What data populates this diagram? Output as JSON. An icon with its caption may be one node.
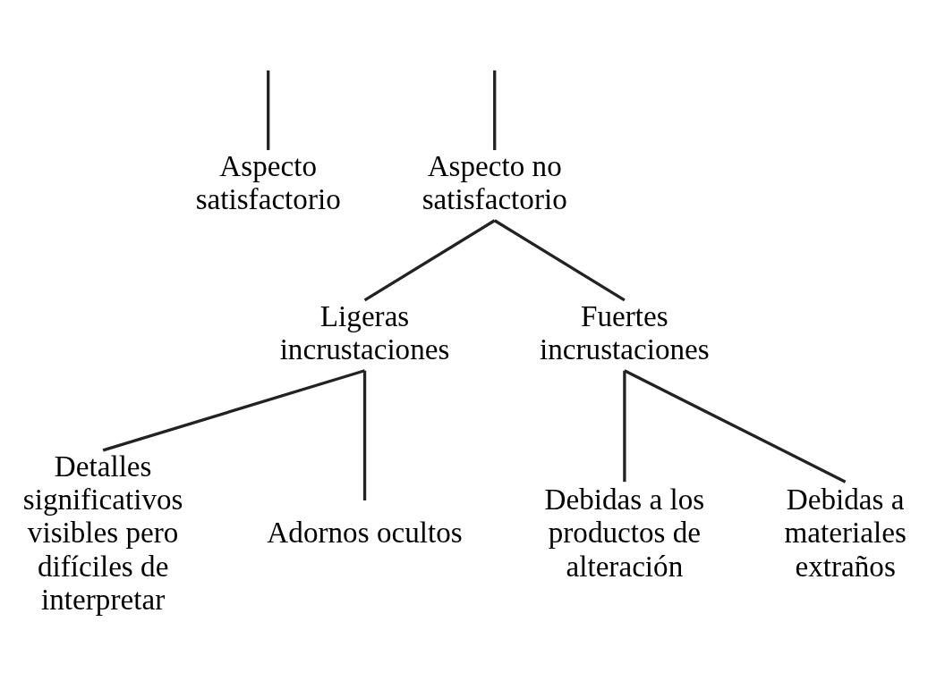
{
  "diagram": {
    "nodes": [
      {
        "text": [
          "Aspecto satisfactorio"
        ]
      },
      {
        "text": [
          "Aspecto no satisfactorio"
        ]
      },
      {
        "text": [
          "Ligeras incrustaciones"
        ]
      },
      {
        "text": [
          "Fuertes incrustaciones"
        ]
      },
      {
        "text": [
          "Detalles significativos visibles pero difíciles de interpretar"
        ]
      },
      {
        "text": [
          "Adornos ocultos"
        ]
      },
      {
        "text": [
          "Debidas a los productos de alteración"
        ]
      },
      {
        "text": [
          "Debidas a materiales extraños"
        ]
      }
    ],
    "edges": [
      {
        "from": null,
        "to": 0,
        "arrow": "none"
      },
      {
        "from": null,
        "to": 1,
        "arrow": "none"
      },
      {
        "from": 1,
        "to": 2,
        "arrow": "none"
      },
      {
        "from": 1,
        "to": 3,
        "arrow": "none"
      },
      {
        "from": 2,
        "to": 4,
        "arrow": "none"
      },
      {
        "from": 2,
        "to": 5,
        "arrow": "none"
      },
      {
        "from": 3,
        "to": 6,
        "arrow": "none"
      },
      {
        "from": 3,
        "to": 7,
        "arrow": "none"
      }
    ]
  }
}
